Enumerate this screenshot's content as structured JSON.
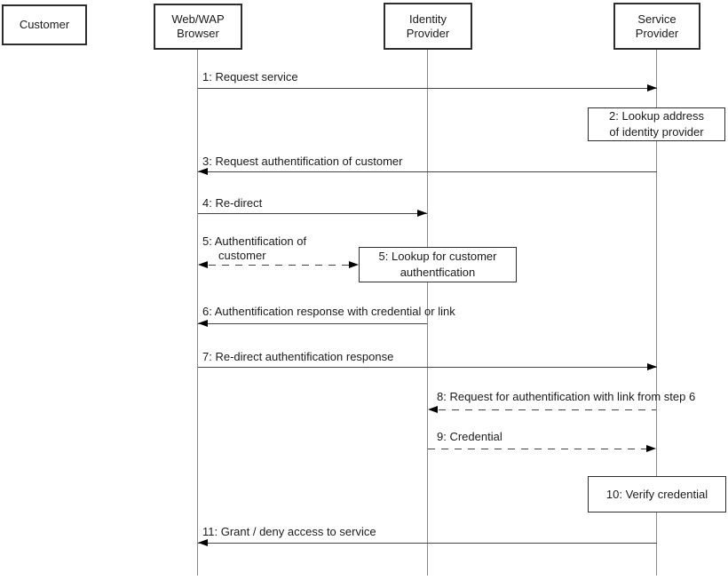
{
  "diagram_type": "uml-sequence-diagram",
  "colors": {
    "background": "#ffffff",
    "message_line": "#454545",
    "lifeline": "#8a8a8a",
    "text": "#1a1a1a",
    "box_border": "#2e2e2e",
    "box_fill": "#ffffff",
    "arrowhead": "#000000"
  },
  "actors": [
    {
      "id": "customer",
      "label": "Customer"
    },
    {
      "id": "web-wap-browser",
      "label": "Web/WAP\nBrowser"
    },
    {
      "id": "identity-provider",
      "label": "Identity\nProvider"
    },
    {
      "id": "service-provider",
      "label": "Service\nProvider"
    }
  ],
  "messages": [
    {
      "seq": "1",
      "label": "1: Request service",
      "from": "web-wap-browser",
      "to": "service-provider",
      "line_style": "solid",
      "arrow": "right"
    },
    {
      "seq": "3",
      "label": "3: Request authentification of customer",
      "from": "service-provider",
      "to": "web-wap-browser",
      "line_style": "solid",
      "arrow": "left"
    },
    {
      "seq": "4",
      "label": "4: Re-direct",
      "from": "web-wap-browser",
      "to": "identity-provider",
      "line_style": "solid",
      "arrow": "right"
    },
    {
      "seq": "5",
      "label": "5: Authentification of\n     customer",
      "from": "web-wap-browser",
      "to": "identity-provider",
      "line_style": "dashed",
      "arrow": "both"
    },
    {
      "seq": "6",
      "label": "6: Authentification response with credential or link",
      "from": "identity-provider",
      "to": "web-wap-browser",
      "line_style": "solid",
      "arrow": "left"
    },
    {
      "seq": "7",
      "label": "7: Re-direct authentification response",
      "from": "web-wap-browser",
      "to": "service-provider",
      "line_style": "solid",
      "arrow": "right"
    },
    {
      "seq": "8",
      "label": "8: Request for authentification with link from step 6",
      "from": "service-provider",
      "to": "identity-provider",
      "line_style": "dashed",
      "arrow": "left"
    },
    {
      "seq": "9",
      "label": "9: Credential",
      "from": "identity-provider",
      "to": "service-provider",
      "line_style": "dashed",
      "arrow": "right"
    },
    {
      "seq": "11",
      "label": "11: Grant / deny access to service",
      "from": "service-provider",
      "to": "web-wap-browser",
      "line_style": "solid",
      "arrow": "left"
    }
  ],
  "self_actions": [
    {
      "seq": "2",
      "label": "2: Lookup address\nof identity provider",
      "on": "service-provider"
    },
    {
      "seq": "5",
      "label": "5: Lookup for customer\nauthentfication",
      "on": "identity-provider"
    },
    {
      "seq": "10",
      "label": "10: Verify credential",
      "on": "service-provider"
    }
  ]
}
